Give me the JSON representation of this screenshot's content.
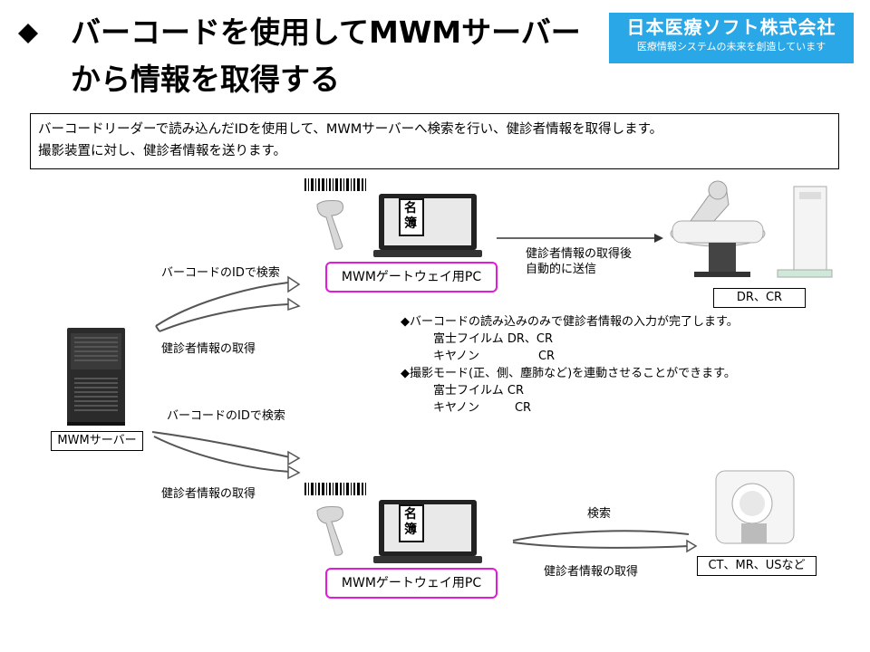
{
  "title": {
    "line1": "バーコードを使用してMWMサーバー",
    "line2": "から情報を取得する"
  },
  "brand": {
    "name": "日本医療ソフト株式会社",
    "tagline": "医療情報システムの未来を創造しています"
  },
  "description": {
    "line1": "バーコードリーダーで読み込んだIDを使用して、MWMサーバーへ検索を行い、健診者情報を取得します。",
    "line2": "撮影装置に対し、健診者情報を送ります。"
  },
  "gateway_top": {
    "label": "MWMゲートウェイ用PC",
    "screen_text": "名簿"
  },
  "gateway_bottom": {
    "label": "MWMゲートウェイ用PC",
    "screen_text": "名簿"
  },
  "server": {
    "label": "MWMサーバー"
  },
  "flow_top": {
    "search": "バーコードのIDで検索",
    "retrieve": "健診者情報の取得"
  },
  "flow_bottom": {
    "search": "バーコードのIDで検索",
    "retrieve": "健診者情報の取得"
  },
  "send_label": {
    "line1": "健診者情報の取得後",
    "line2": "自動的に送信"
  },
  "dr_cr_label": "DR、CR",
  "ct_flow": {
    "search": "検索",
    "retrieve": "健診者情報の取得"
  },
  "ct_label": "CT、MR、USなど",
  "notes": {
    "p1": "◆バーコードの読み込みのみで健診者情報の入力が完了します。",
    "p1_a": "富士フイルム DR、CR",
    "p1_b": "キヤノン　　　　　CR",
    "p2": "◆撮影モード(正、側、塵肺など)を連動させることができます。",
    "p2_a": "富士フイルム CR",
    "p2_b": "キヤノン　　　CR"
  },
  "colors": {
    "accent": "#e31ad9",
    "brand": "#2aa7e6"
  }
}
